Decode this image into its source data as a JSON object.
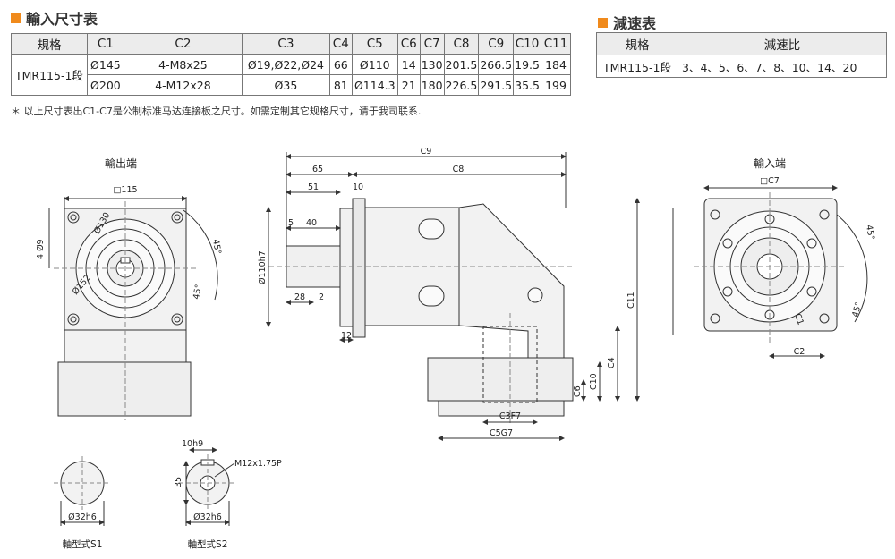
{
  "input_table": {
    "title": "輸入尺寸表",
    "headers": [
      "規格",
      "C1",
      "C2",
      "C3",
      "C4",
      "C5",
      "C6",
      "C7",
      "C8",
      "C9",
      "C10",
      "C11"
    ],
    "model": "TMR115-1段",
    "rows": [
      [
        "Ø145",
        "4-M8x25",
        "Ø19,Ø22,Ø24",
        "66",
        "Ø110",
        "14",
        "130",
        "201.5",
        "266.5",
        "19.5",
        "184"
      ],
      [
        "Ø200",
        "4-M12x28",
        "Ø35",
        "81",
        "Ø114.3",
        "21",
        "180",
        "226.5",
        "291.5",
        "35.5",
        "199"
      ]
    ]
  },
  "ratio_table": {
    "title": "減速表",
    "headers": [
      "規格",
      "減速比"
    ],
    "model": "TMR115-1段",
    "ratios": "3、4、5、6、7、8、10、14、20"
  },
  "note": "＊ 以上尺寸表出C1-C7是公制标准马达连接板之尺寸。如需定制其它规格尺寸，请于我司联系.",
  "drawing": {
    "output_end_label": "輸出端",
    "input_end_label": "輸入端",
    "shaft_s1_label": "軸型式S1",
    "shaft_s2_label": "軸型式S2",
    "dims": {
      "sq115": "□115",
      "d130": "Ø130",
      "d152": "Ø152",
      "hole": "4 Ø9",
      "deg45": "45°",
      "c9": "C9",
      "c8": "C8",
      "d65": "65",
      "d51": "51",
      "d10": "10",
      "d5": "5",
      "d40": "40",
      "d28": "28",
      "d2": "2",
      "d12": "12",
      "d110": "Ø110h7",
      "c11": "C11",
      "c4": "C4",
      "c10": "C10",
      "c6": "C6",
      "c3": "C3F7",
      "c5": "C5G7",
      "c7sq": "□C7",
      "c1": "C1",
      "c2": "C2",
      "k10": "10h9",
      "m12": "M12x1.75P",
      "d35": "35",
      "d32a": "Ø32h6",
      "d32b": "Ø32h6"
    }
  }
}
